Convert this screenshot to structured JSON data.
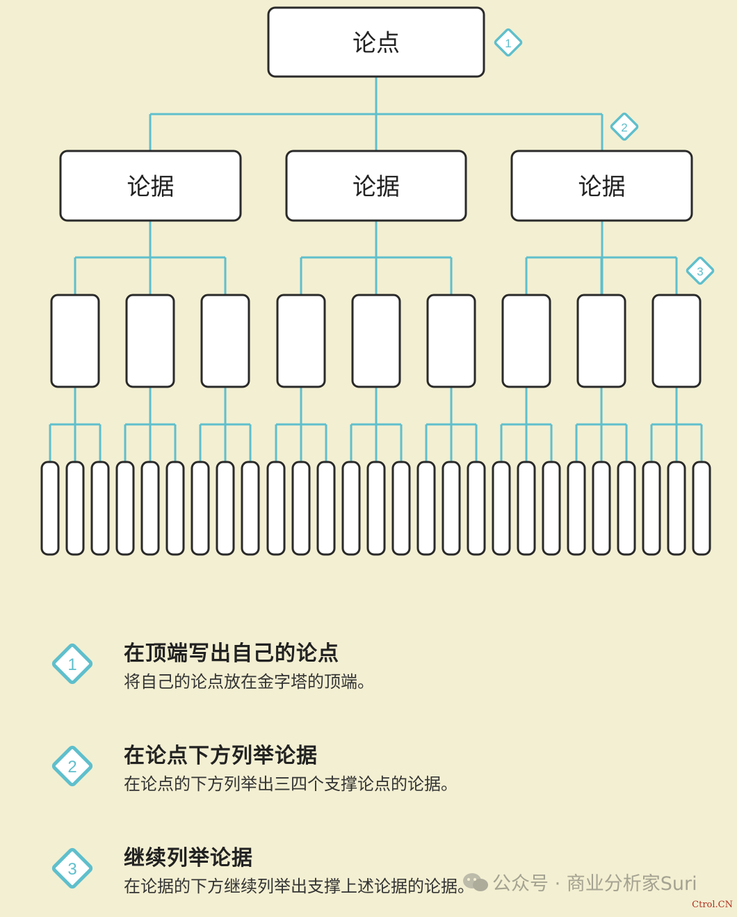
{
  "diagram": {
    "top_label": "论点",
    "argument_label": "论据",
    "top_badge": "1",
    "level2_badge": "2",
    "level3_badge": "3"
  },
  "legend": [
    {
      "num": "1",
      "title": "在顶端写出自己的论点",
      "desc": "将自己的论点放在金字塔的顶端。"
    },
    {
      "num": "2",
      "title": "在论点下方列举论据",
      "desc": "在论点的下方列举出三四个支撑论点的论据。"
    },
    {
      "num": "3",
      "title": "继续列举论据",
      "desc": "在论据的下方继续列举出支撑上述论据的论据。"
    }
  ],
  "watermark": {
    "text": "公众号 · 商业分析家Suri"
  },
  "corner_mark": "Ctrol.CN",
  "colors": {
    "background": "#f3efd2",
    "line": "#5fbfcc",
    "box_border": "#2a2a2a",
    "box_fill": "#ffffff",
    "badge": "#5fbfcc"
  }
}
